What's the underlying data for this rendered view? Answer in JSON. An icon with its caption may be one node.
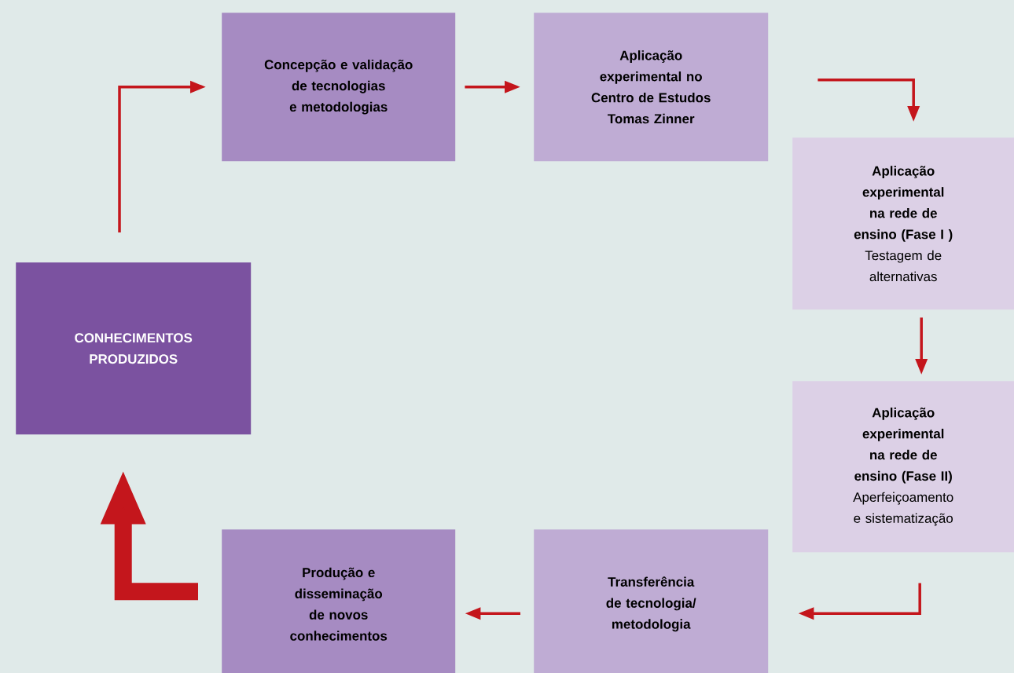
{
  "diagram": {
    "nodes": [
      {
        "text": [
          "CONHECIMENTOS PRODUZIDOS"
        ]
      },
      {
        "text": [
          "Concepção e validação de tecnologias e metodologias"
        ]
      },
      {
        "text": [
          "Aplicação experimental no Centro de Estudos Tomas Zinner"
        ]
      },
      {
        "text": [
          "Aplicação experimental na rede de ensino (Fase I )",
          "Testagem de alternativas"
        ]
      },
      {
        "text": [
          "Aplicação experimental na rede de ensino (Fase II)",
          "Aperfeiçoamento e sistematização"
        ]
      },
      {
        "text": [
          "Transferência de tecnologia/ metodologia"
        ]
      },
      {
        "text": [
          "Produção e disseminação de novos conhecimentos"
        ]
      }
    ],
    "edges": [
      {
        "from": 0,
        "to": 1,
        "arrow": "to"
      },
      {
        "from": 1,
        "to": 2,
        "arrow": "to"
      },
      {
        "from": 2,
        "to": 3,
        "arrow": "to"
      },
      {
        "from": 3,
        "to": 4,
        "arrow": "to"
      },
      {
        "from": 4,
        "to": 5,
        "arrow": "to"
      },
      {
        "from": 5,
        "to": 6,
        "arrow": "to"
      },
      {
        "from": 6,
        "to": 0,
        "arrow": "to",
        "style": "thick"
      }
    ]
  }
}
